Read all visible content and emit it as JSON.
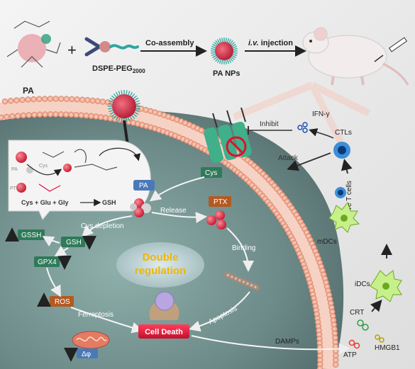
{
  "top": {
    "pa": "PA",
    "plus": "+",
    "dspe_peg": "DSPE-PEG",
    "dspe_peg_sub": "2000",
    "co_assembly": "Co-assembly",
    "pa_nps": "PA NPs",
    "iv_injection_italic": "i.v.",
    "iv_injection_rest": " injection"
  },
  "reaction": {
    "pa_small": "PA",
    "cys_small": "Cys",
    "ptx_small": "PTX",
    "equation": "Cys + Glu + Gly",
    "arrow_product": "GSH"
  },
  "cell": {
    "pa": "PA",
    "cys": "Cys",
    "ptx": "PTX",
    "release": "Release",
    "cys_depletion": "Cys depletion",
    "binding": "Binding",
    "gssh": "GSSH",
    "gsh": "GSH",
    "gpx4": "GPX4",
    "ros": "ROS",
    "ferroptosis": "Ferroptosis",
    "apoptosis": "Apoptosis",
    "double_regulation_1": "Double",
    "double_regulation_2": "regulation",
    "cell_death": "Cell Death",
    "delta_phi": "Δφ"
  },
  "immune": {
    "inhibit": "Inhibit",
    "ifn": "IFN-γ",
    "attack": "Attack",
    "ctls": "CTLs",
    "naive_t": "Naive T cells",
    "mdcs": "mDCs",
    "idcs": "iDCs",
    "crt": "CRT",
    "damps": "DAMPs",
    "atp": "ATP",
    "hmgb1": "HMGB1"
  },
  "colors": {
    "membrane": "#f2b39c",
    "cytoplasm": "#6f8f8d",
    "cell_death": "#e3173b",
    "double_regulation": "#f4b400",
    "pa_red": "#d9304a",
    "green_box": "#2f7a5a",
    "blue_arrow": "#1f4fb0",
    "orange_arrow": "#e0662a"
  }
}
